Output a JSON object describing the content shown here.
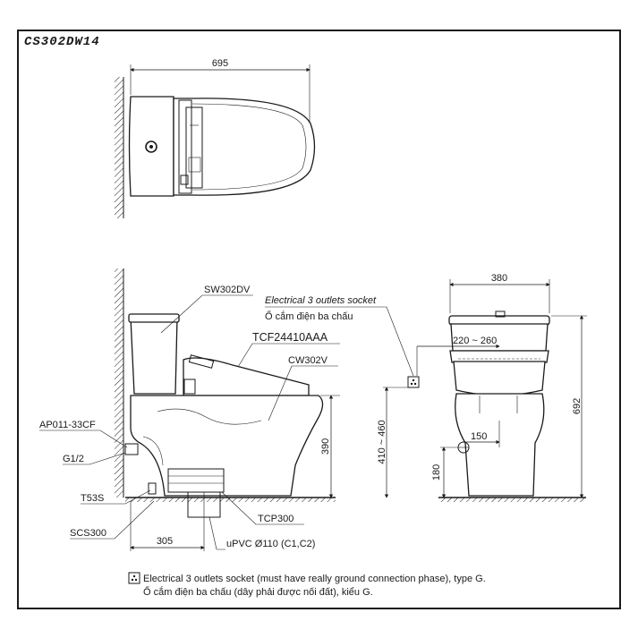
{
  "title": "CS302DW14",
  "dimensions": {
    "top_width": "695",
    "front_width": "380",
    "height_total": "692",
    "seat_height": "390",
    "socket_height": "410 ~ 460",
    "socket_offset": "220 ~ 260",
    "inlet_offset": "150",
    "inlet_height": "180",
    "drain_distance": "305"
  },
  "parts": {
    "tank": "SW302DV",
    "socket_label": "Electrical 3 outlets socket",
    "socket_label_vi": "Ổ cắm điện ba chấu",
    "seat": "TCF24410AAA",
    "bowl": "CW302V",
    "valve": "AP011-33CF",
    "thread": "G1/2",
    "bolt": "T53S",
    "flange": "SCS300",
    "pipe_cap": "TCP300",
    "pipe": "uPVC Ø110 (C1,C2)"
  },
  "note": {
    "en": "Electrical 3 outlets socket (must have really ground connection phase), type G.",
    "vi": "Ổ cắm điện ba chấu (dây phải được nối đất), kiểu G."
  }
}
